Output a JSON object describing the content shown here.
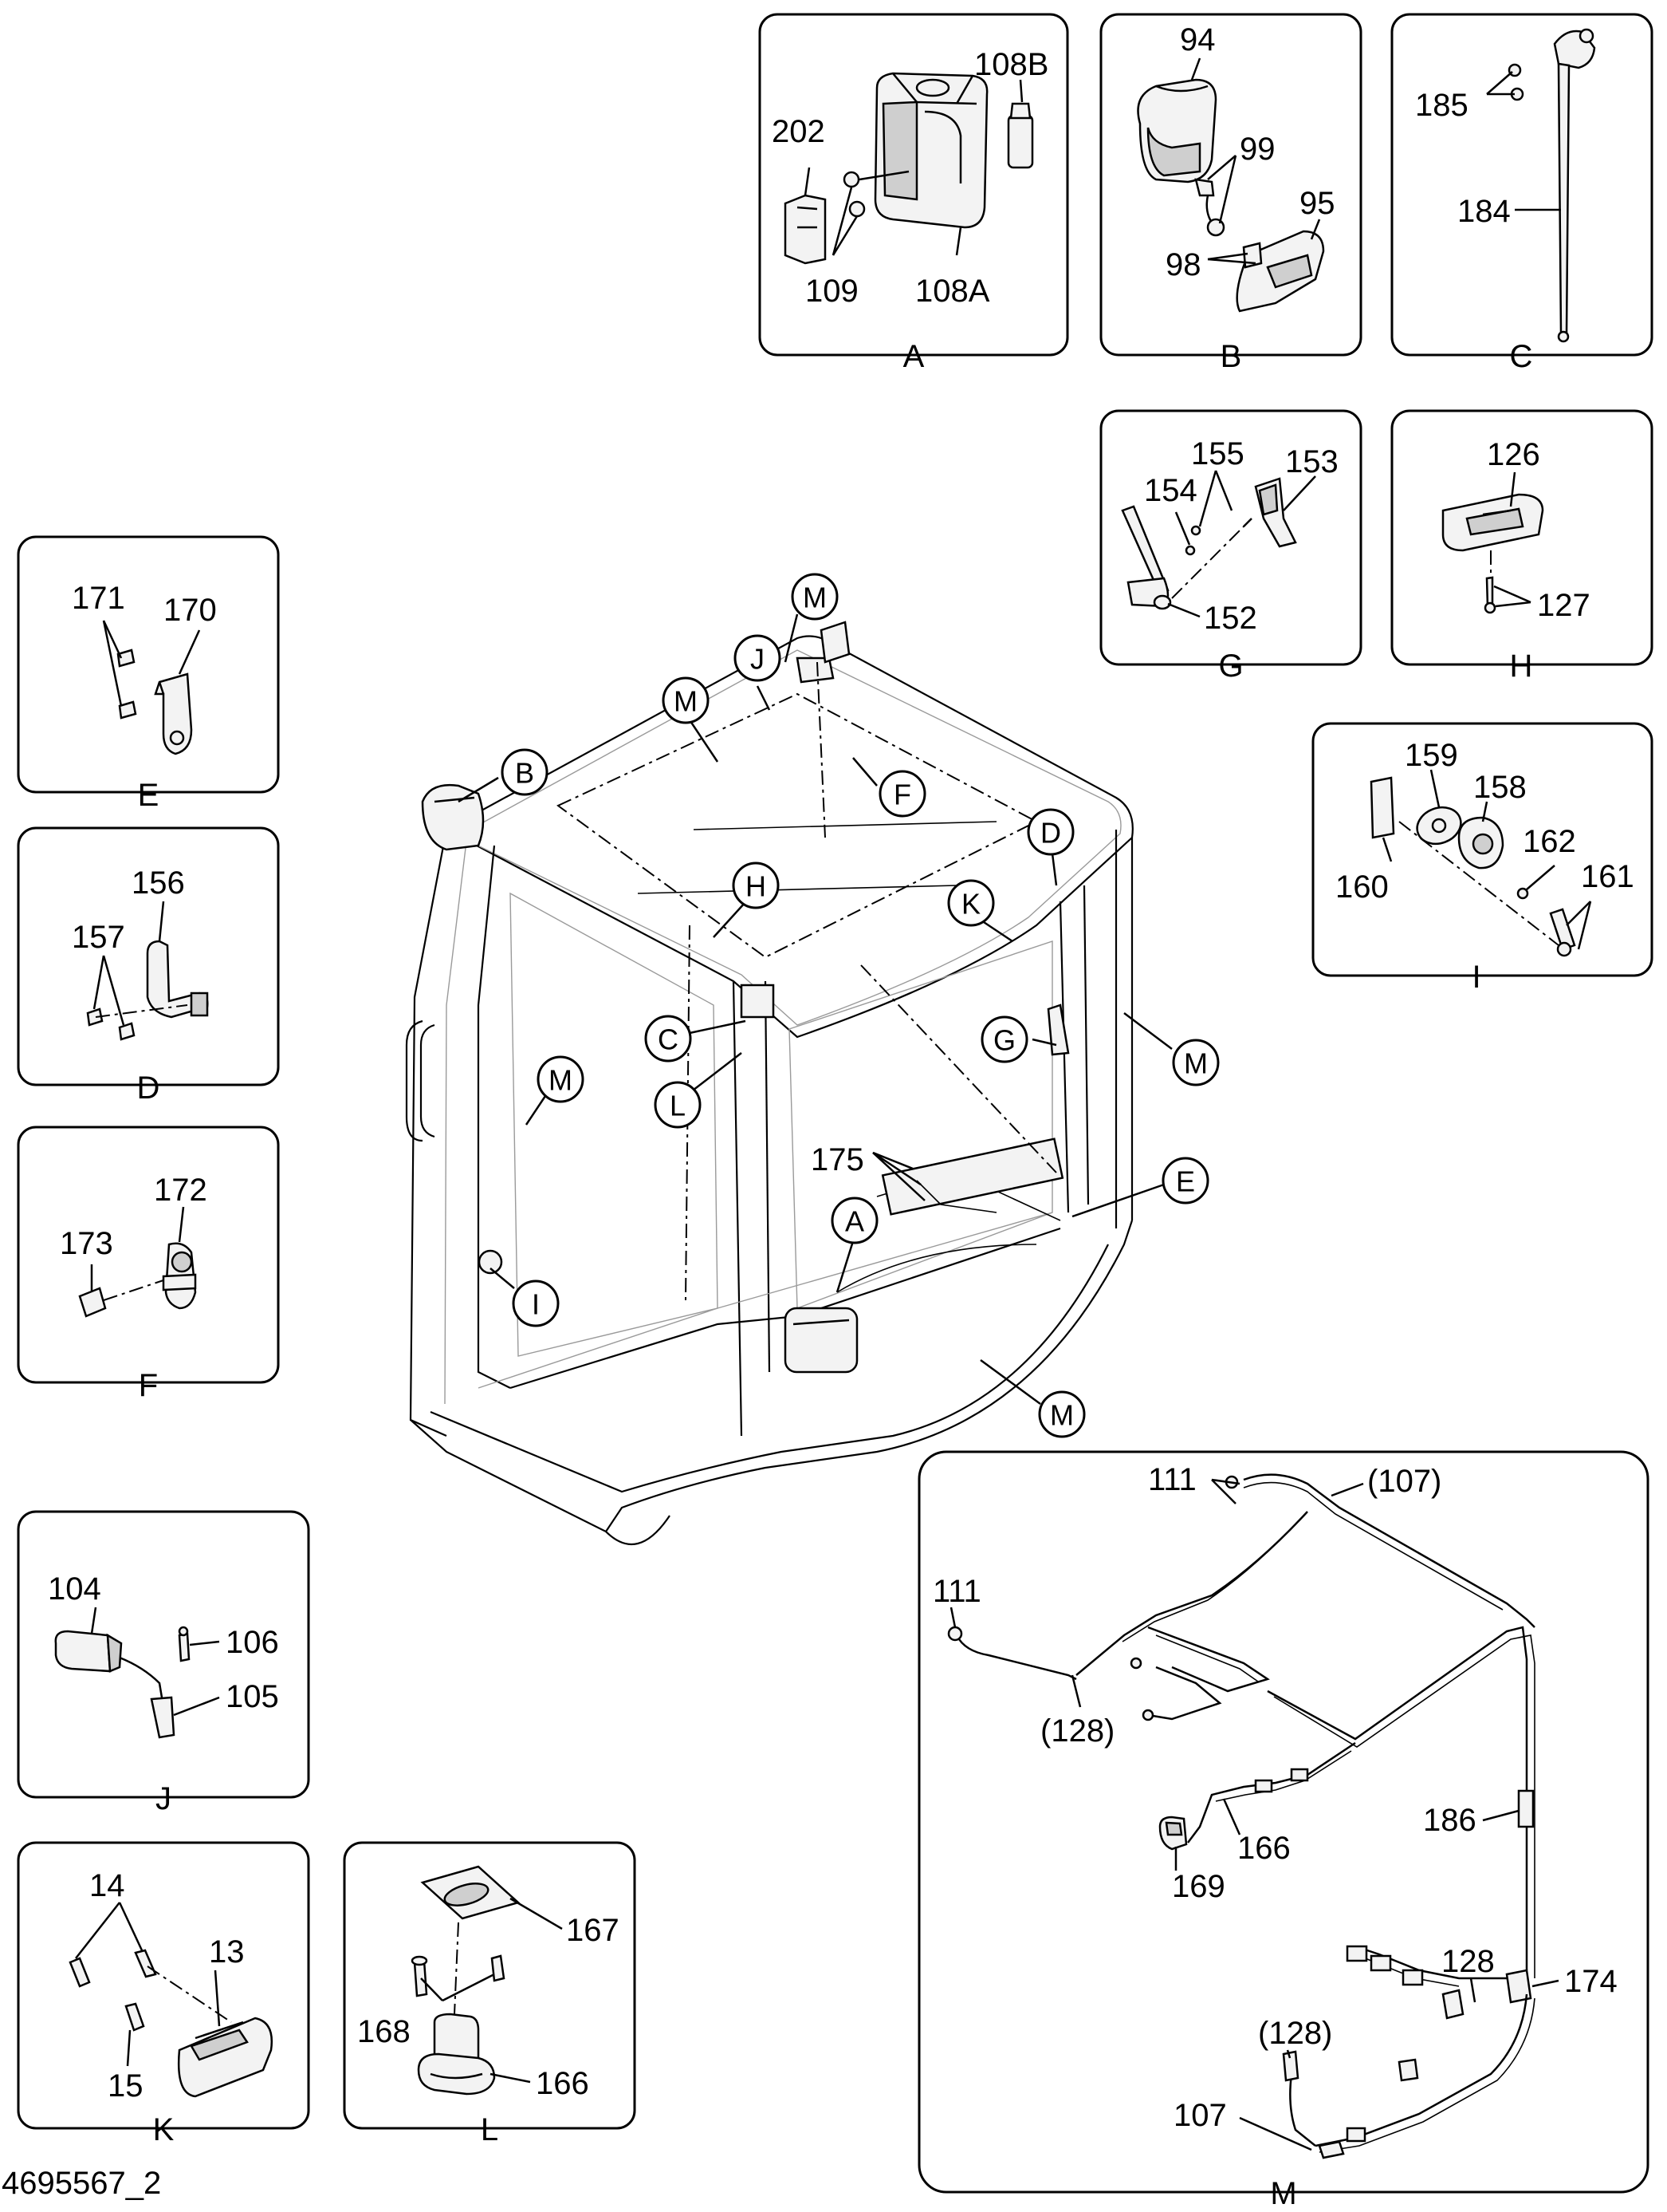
{
  "document_id": "4695567_2",
  "panels": {
    "A": {
      "label": "A",
      "parts": [
        "202",
        "108B",
        "109",
        "108A"
      ]
    },
    "B": {
      "label": "B",
      "parts": [
        "94",
        "99",
        "95",
        "98"
      ]
    },
    "C": {
      "label": "C",
      "parts": [
        "185",
        "184"
      ]
    },
    "G": {
      "label": "G",
      "parts": [
        "155",
        "153",
        "154",
        "152"
      ]
    },
    "H": {
      "label": "H",
      "parts": [
        "126",
        "127"
      ]
    },
    "E": {
      "label": "E",
      "parts": [
        "171",
        "170"
      ]
    },
    "I": {
      "label": "I",
      "parts": [
        "159",
        "158",
        "162",
        "161",
        "160"
      ]
    },
    "D": {
      "label": "D",
      "parts": [
        "156",
        "157"
      ]
    },
    "F": {
      "label": "F",
      "parts": [
        "172",
        "173"
      ]
    },
    "J": {
      "label": "J",
      "parts": [
        "104",
        "106",
        "105"
      ]
    },
    "K": {
      "label": "K",
      "parts": [
        "14",
        "13",
        "15"
      ]
    },
    "L": {
      "label": "L",
      "parts": [
        "167",
        "168",
        "166"
      ]
    },
    "M": {
      "label": "M",
      "parts": [
        "111",
        "(107)",
        "111",
        "(128)",
        "166",
        "169",
        "186",
        "128",
        "174",
        "(128)",
        "107"
      ]
    }
  },
  "main_view": {
    "callouts": [
      "M",
      "J",
      "M",
      "B",
      "F",
      "D",
      "H",
      "K",
      "C",
      "G",
      "M",
      "L",
      "M",
      "E",
      "A",
      "I",
      "M"
    ],
    "part_labels": [
      "175"
    ]
  }
}
